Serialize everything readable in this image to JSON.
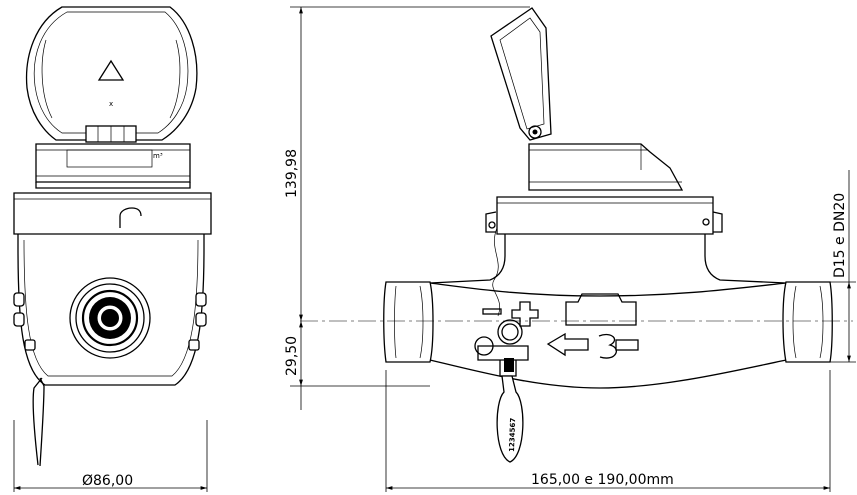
{
  "dimensions": {
    "diameter": "Ø86,00",
    "length": "165,00 e 190,00mm",
    "height_top": "139,98",
    "height_bottom": "29,50",
    "size": "D15 e DN20"
  },
  "labels": {
    "unit": "m³",
    "lid_mark": "x",
    "seal_number": "1234567"
  }
}
